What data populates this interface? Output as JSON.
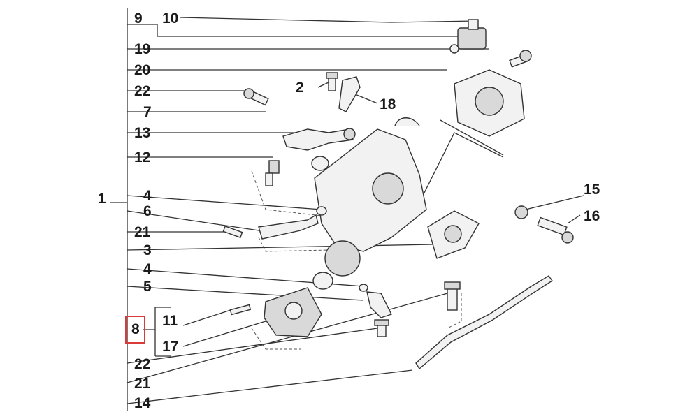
{
  "callouts": {
    "c1": "1",
    "c2": "2",
    "c3": "3",
    "c4a": "4",
    "c4b": "4",
    "c5": "5",
    "c6": "6",
    "c7": "7",
    "c8": "8",
    "c9": "9",
    "c10": "10",
    "c11": "11",
    "c12": "12",
    "c13": "13",
    "c14": "14",
    "c15": "15",
    "c16": "16",
    "c17": "17",
    "c18": "18",
    "c19": "19",
    "c20": "20",
    "c21a": "21",
    "c21b": "21",
    "c22a": "22",
    "c22b": "22"
  },
  "highlight": {
    "label": "8",
    "color": "#d93a3a"
  }
}
